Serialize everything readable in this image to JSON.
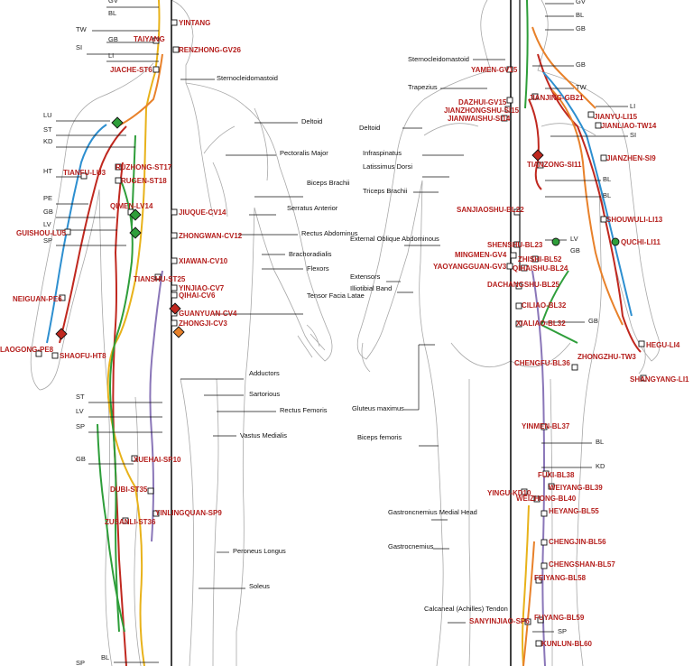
{
  "colors": {
    "point_label": "#b5201e",
    "meridian_gv_cv": "#111111",
    "meridian_yellow": "#e8b21a",
    "meridian_green": "#2e9e3a",
    "meridian_red": "#c0281f",
    "meridian_blue": "#2d8fd0",
    "meridian_orange": "#e8812a",
    "meridian_purple": "#8a76b8",
    "meridian_brown": "#7a3b1e",
    "meridian_pink": "#d26aa0",
    "anatomy_outline": "#9a9a9a"
  },
  "front": {
    "meridian_labels": [
      "GV",
      "BL",
      "TW",
      "GB",
      "SI",
      "LI",
      "LU",
      "ST",
      "KD",
      "HT",
      "PE",
      "GB",
      "LV",
      "SP",
      "ST",
      "LV",
      "SP",
      "GB",
      "BL",
      "SP"
    ],
    "points": [
      "YINTANG",
      "TAIYANG",
      "RENZHONG-GV26",
      "JIACHE-ST6",
      "RUZHONG-ST17",
      "TIANFU-LU3",
      "RUGEN-ST18",
      "QIMEN-LV14",
      "JIUQUE-CV14",
      "GUISHOU-LU5",
      "ZHONGWAN-CV12",
      "XIAWAN-CV10",
      "TIANSHU-ST25",
      "YINJIAO-CV7",
      "QIHAI-CV6",
      "NEIGUAN-PE6",
      "GUANYUAN-CV4",
      "ZHONGJI-CV3",
      "LAOGONG-PE8",
      "SHAOFU-HT8",
      "XUEHAI-SP10",
      "DUBI-ST35",
      "YINLINGQUAN-SP9",
      "ZUSANLI-ST36"
    ],
    "muscles": [
      "Sternocleidomastoid",
      "Deltoid",
      "Pectoralis Major",
      "Biceps Brachii",
      "Serratus Anterior",
      "Rectus Abdominus",
      "Brachoradialis",
      "Flexors",
      "Tensor Facia Latae",
      "Adductors",
      "Sartorious",
      "Rectus Femoris",
      "Vastus Medialis",
      "Peroneus Longus",
      "Soleus"
    ]
  },
  "back": {
    "meridian_labels": [
      "GV",
      "BL",
      "GB",
      "GB",
      "TW",
      "LI",
      "SI",
      "BL",
      "BL",
      "LV",
      "GB",
      "GB",
      "BL",
      "KD",
      "SP"
    ],
    "points": [
      "YAMEN-GV15",
      "JIANJING-GB21",
      "DAZHUI-GV15",
      "JIANZHONGSHU-SI15",
      "JIANYU-LI15",
      "JIANWAISHU-SI14",
      "JIANLIAO-TW14",
      "TIANZONG-SI11",
      "JIANZHEN-SI9",
      "SHOUWULI-LI13",
      "SANJIAOSHU-BL22",
      "SHENSHU-BL23",
      "QUCHI-LI11",
      "MINGMEN-GV4",
      "ZHISHI-BL52",
      "YAOYANGGUAN-GV3",
      "QIHAISHU-BL24",
      "DACHANGSHU-BL25",
      "CILIAO-BL32",
      "XIALIAO-BL32",
      "HEGU-LI4",
      "ZHONGZHU-TW3",
      "CHENGFU-BL36",
      "SHANGYANG-LI1",
      "YINMEN-BL37",
      "FUXI-BL38",
      "WEIYANG-BL39",
      "YINGU-KD10",
      "WEIZHONG-BL40",
      "HEYANG-BL55",
      "CHENGJIN-BL56",
      "CHENGSHAN-BL57",
      "FEIYANG-BL58",
      "FUYANG-BL59",
      "SANYINJIAO-SP6",
      "KUNLUN-BL60"
    ],
    "muscles": [
      "Sternocleidomastoid",
      "Trapezius",
      "Deltoid",
      "Infraspinatus",
      "Latissimus Dorsi",
      "Triceps Brachii",
      "External Oblique Abdominous",
      "Extensors",
      "Illiotibial Band",
      "Gluteus maximus",
      "Biceps femoris",
      "Gastroncnemius Medial Head",
      "Gastrocnemius",
      "Calcaneal (Achilles) Tendon"
    ]
  }
}
